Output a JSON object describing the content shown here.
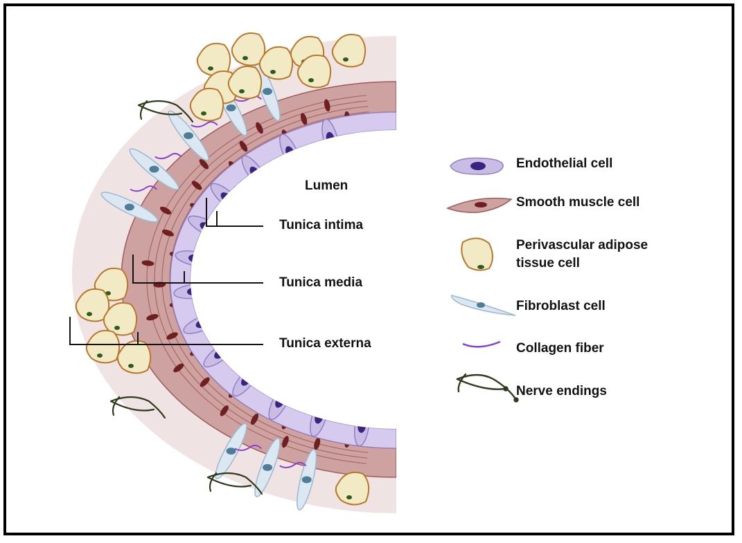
{
  "diagram": {
    "lumen_label": "Lumen",
    "layers": [
      {
        "label": "Tunica intima"
      },
      {
        "label": "Tunica media"
      },
      {
        "label": "Tunica externa"
      }
    ],
    "legend": [
      {
        "icon": "endothelial-cell-icon",
        "lines": [
          "Endothelial cell"
        ]
      },
      {
        "icon": "smooth-muscle-cell-icon",
        "lines": [
          "Smooth muscle cell"
        ]
      },
      {
        "icon": "adipose-cell-icon",
        "lines": [
          "Perivascular adipose",
          "tissue cell"
        ]
      },
      {
        "icon": "fibroblast-cell-icon",
        "lines": [
          "Fibroblast cell"
        ]
      },
      {
        "icon": "collagen-fiber-icon",
        "lines": [
          "Collagen fiber"
        ]
      },
      {
        "icon": "nerve-endings-icon",
        "lines": [
          "Nerve endings"
        ]
      }
    ]
  },
  "colors": {
    "adventitia_bg": "#efe3e3",
    "smooth_muscle_fill": "#cfa2a2",
    "smooth_muscle_stroke": "#9c5a5a",
    "smooth_muscle_nucleus": "#6e2020",
    "endothelial_fill": "#c9bde6",
    "endothelial_stroke": "#8f7fc4",
    "endothelial_nucleus": "#3b2380",
    "adipose_fill": "#f1eac4",
    "adipose_stroke": "#b8772b",
    "adipose_nucleus": "#2d5a1d",
    "fibroblast_fill": "#dbe8f1",
    "fibroblast_stroke": "#9bb8cf",
    "fibroblast_nucleus": "#4f7d99",
    "collagen": "#8a3fcf",
    "nerve": "#2f3a1c"
  }
}
